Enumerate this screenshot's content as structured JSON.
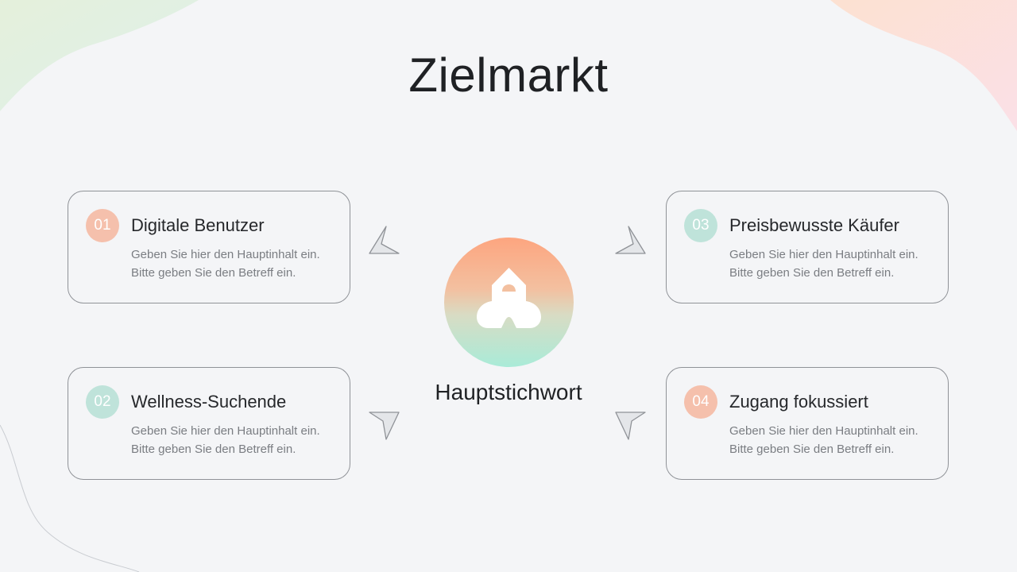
{
  "title": "Zielmarkt",
  "center": {
    "keyword": "Hauptstichwort",
    "icon": "home-icon",
    "gradient": [
      "#fda57f",
      "#a9ebd8"
    ]
  },
  "cards": [
    {
      "number": "01",
      "title": "Digitale Benutzer",
      "line1": "Geben Sie hier den Hauptinhalt ein.",
      "line2": "Bitte geben Sie den Betreff ein.",
      "badge_color": "#f5c0ac"
    },
    {
      "number": "02",
      "title": "Wellness-Suchende",
      "line1": "Geben Sie hier den Hauptinhalt ein.",
      "line2": "Bitte geben Sie den Betreff ein.",
      "badge_color": "#bfe3da"
    },
    {
      "number": "03",
      "title": "Preisbewusste Käufer",
      "line1": "Geben Sie hier den Hauptinhalt ein.",
      "line2": "Bitte geben Sie den Betreff ein.",
      "badge_color": "#bfe3da"
    },
    {
      "number": "04",
      "title": "Zugang fokussiert",
      "line1": "Geben Sie hier den Hauptinhalt ein.",
      "line2": "Bitte geben Sie den Betreff ein.",
      "badge_color": "#f5c0ac"
    }
  ],
  "arrows": [
    "arrow-top-left-icon",
    "arrow-bottom-left-icon",
    "arrow-top-right-icon",
    "arrow-bottom-right-icon"
  ]
}
